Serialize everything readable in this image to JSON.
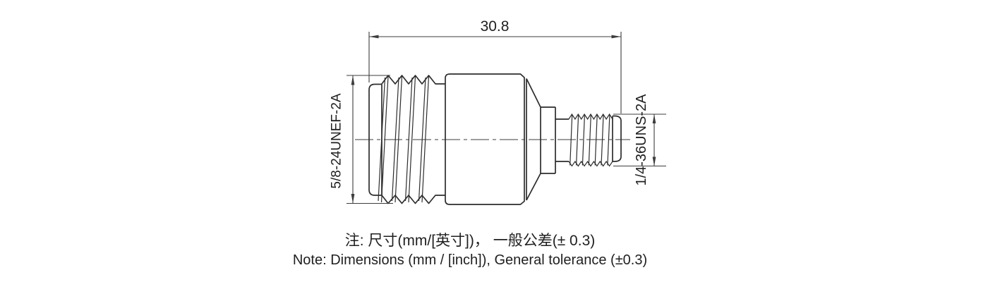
{
  "drawing": {
    "top_dimension_label": "30.8",
    "left_thread_label": "5/8-24UNEF-2A",
    "right_thread_label": "1/4-36UNS-2A"
  },
  "notes": {
    "line1_zh": "注: 尺寸(mm/[英寸])， 一般公差(± 0.3)",
    "line2_en": "Note: Dimensions (mm / [inch]), General tolerance (±0.3)"
  },
  "colors": {
    "background": "#ffffff",
    "line": "#2d2d2d",
    "dim_line": "#3d3d3d",
    "text": "#1f1f1f"
  }
}
